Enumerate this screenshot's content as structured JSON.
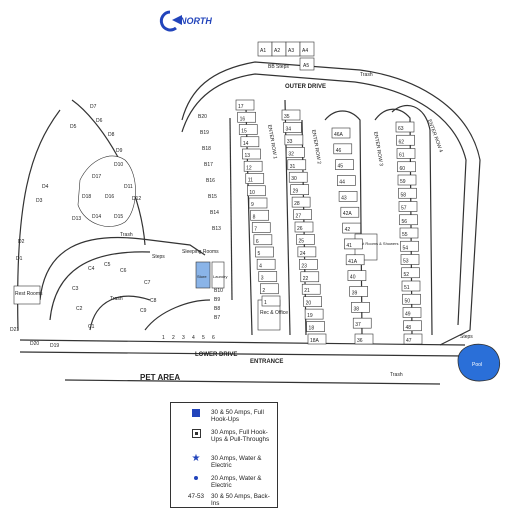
{
  "compass": {
    "label": "NORTH"
  },
  "roads": {
    "outer_drive": "OUTER DRIVE",
    "lower_drive": "LOWER DRIVE",
    "entrance": "ENTRANCE",
    "enter_row_1": "ENTER ROW 1",
    "enter_row_2": "ENTER ROW 2",
    "enter_row_3": "ENTER ROW 3",
    "enter_row_4": "ENTER ROW 4"
  },
  "areas": {
    "pet_area": "PET AREA",
    "pool": "Pool",
    "rest_rooms_left": "Rest Rooms",
    "rest_rooms_center": "Rest Rooms & Showers",
    "office": "Rec & Office",
    "sleeping_rooms": "Sleeping Rooms",
    "laundry": "Laundry",
    "store": "Store",
    "trash": "Trash",
    "steps": "Steps",
    "bb_steps": "BB Steps"
  },
  "sites": {
    "a": [
      "A1",
      "A2",
      "A3",
      "A4",
      "A5"
    ],
    "d_outer": [
      "D7",
      "D6",
      "D5",
      "D8",
      "D9",
      "D4",
      "D3",
      "D2",
      "D1",
      "D21",
      "D20",
      "D19"
    ],
    "d_inner": [
      "D10",
      "D17",
      "D18",
      "D16",
      "D11",
      "D12",
      "D13",
      "D14",
      "D15"
    ],
    "b": [
      "B20",
      "B19",
      "B18",
      "B17",
      "B16",
      "B15",
      "B14",
      "B13",
      "B10",
      "B9",
      "B8",
      "B7"
    ],
    "c": [
      "C4",
      "C5",
      "C6",
      "C3",
      "C7",
      "C2",
      "C1",
      "C8",
      "C9"
    ],
    "lower": [
      "1",
      "2",
      "3",
      "4",
      "5",
      "6"
    ],
    "row1": [
      "17",
      "16",
      "15",
      "14",
      "13",
      "12",
      "11",
      "10",
      "9",
      "8",
      "7",
      "6",
      "5",
      "4",
      "3",
      "2",
      "1"
    ],
    "row2": [
      "35",
      "34",
      "33",
      "32",
      "31",
      "30",
      "29",
      "28",
      "27",
      "26",
      "25",
      "24",
      "23",
      "22",
      "21",
      "20",
      "19",
      "18",
      "18A"
    ],
    "row3": [
      "46A",
      "46",
      "45",
      "44",
      "43",
      "42A",
      "42",
      "41",
      "41A",
      "40",
      "39",
      "38",
      "37",
      "36"
    ],
    "row4": [
      "63",
      "62",
      "61",
      "60",
      "59",
      "58",
      "57",
      "56",
      "55",
      "54",
      "53",
      "52",
      "51",
      "50",
      "49",
      "48",
      "47"
    ]
  },
  "legend": [
    {
      "icon": "blue-square-icon",
      "text": "30 & 50 Amps, Full Hook-Ups"
    },
    {
      "icon": "dotted-square-icon",
      "text": "30 Amps, Full Hook-Ups & Pull-Throughs"
    },
    {
      "icon": "blue-star-icon",
      "text": "30 Amps, Water & Electric"
    },
    {
      "icon": "blue-dot-icon",
      "text": "20 Amps, Water & Electric"
    },
    {
      "icon": "",
      "symbol": "47-53",
      "text": "30 & 50 Amps, Back-Ins"
    }
  ],
  "colors": {
    "blue": "#2244bb",
    "pool": "#2a6fd8",
    "ink": "#333333"
  }
}
